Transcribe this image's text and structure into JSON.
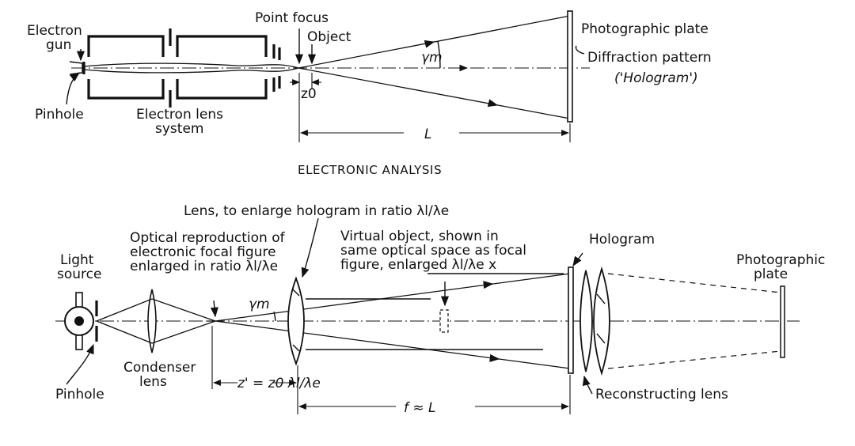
{
  "top": {
    "electron_gun_line1": "Electron",
    "electron_gun_line2": "gun",
    "pinhole": "Pinhole",
    "electron_lens_line1": "Electron lens",
    "electron_lens_line2": "system",
    "point_focus": "Point focus",
    "object": "Object",
    "gamma_m": "γm",
    "z0": "z0",
    "photographic_plate": "Photographic plate",
    "diffraction_pattern": "Diffraction pattern",
    "hologram_quote": "('Hologram')",
    "L": "L"
  },
  "section_title": "ELECTRONIC ANALYSIS",
  "bottom": {
    "lens_enlarge": "Lens, to enlarge hologram in ratio λl/λe",
    "optical_repro_line1": "Optical reproduction of",
    "optical_repro_line2": "electronic focal figure",
    "optical_repro_line3": "enlarged in ratio λl/λe",
    "virtual_line1": "Virtual object, shown in",
    "virtual_line2": "same optical space as focal",
    "virtual_line3": "figure, enlarged λl/λe x",
    "light_source_line1": "Light",
    "light_source_line2": "source",
    "pinhole": "Pinhole",
    "condenser_line1": "Condenser",
    "condenser_line2": "lens",
    "gamma_m": "γm",
    "hologram": "Hologram",
    "photo_plate_line1": "Photographic",
    "photo_plate_line2": "plate",
    "reconstructing_lens": "Reconstructing lens",
    "z_prime": "z' = z0 λl/λe",
    "f_eq_L": "f ≈ L"
  }
}
